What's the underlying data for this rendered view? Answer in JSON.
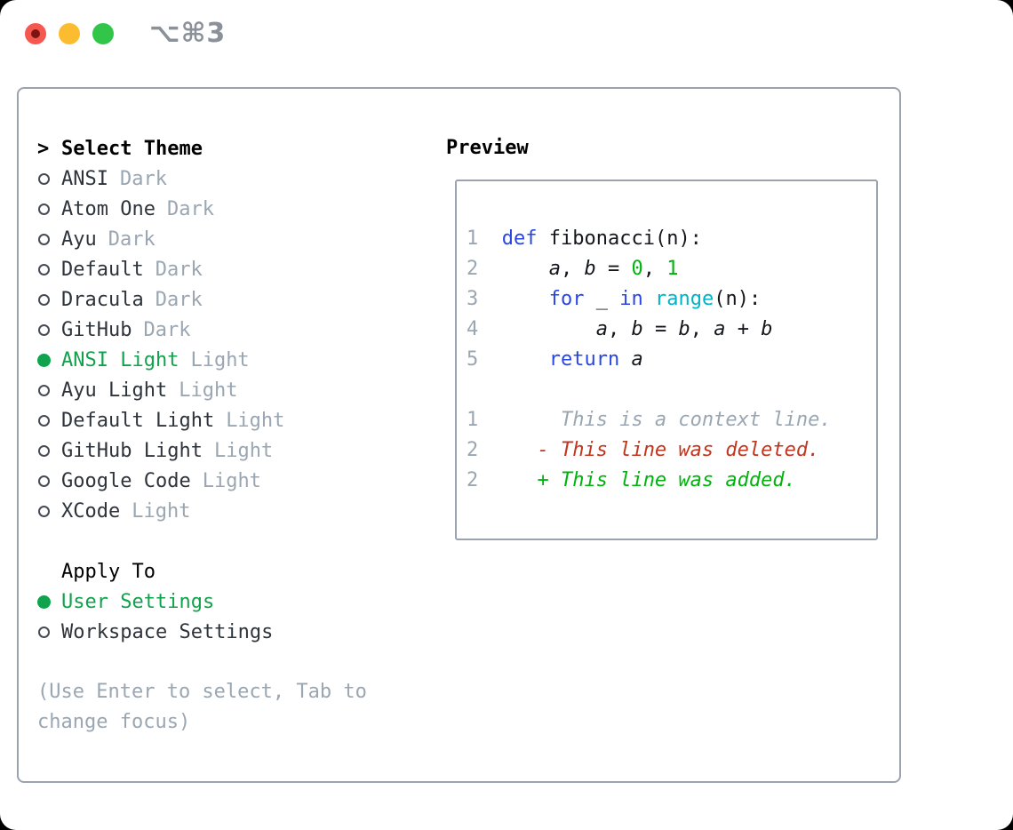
{
  "window": {
    "title": "⌥⌘3",
    "traffic_lights": {
      "close_color": "#f6584f",
      "close_dot_color": "#7a150f",
      "minimize_color": "#fbbd2f",
      "zoom_color": "#31c64a"
    }
  },
  "theme_panel": {
    "header": {
      "prefix": ">",
      "label": "Select Theme"
    },
    "themes": [
      {
        "name": "ANSI",
        "variant": "Dark",
        "selected": false
      },
      {
        "name": "Atom One",
        "variant": "Dark",
        "selected": false
      },
      {
        "name": "Ayu",
        "variant": "Dark",
        "selected": false
      },
      {
        "name": "Default",
        "variant": "Dark",
        "selected": false
      },
      {
        "name": "Dracula",
        "variant": "Dark",
        "selected": false
      },
      {
        "name": "GitHub",
        "variant": "Dark",
        "selected": false
      },
      {
        "name": "ANSI Light",
        "variant": "Light",
        "selected": true
      },
      {
        "name": "Ayu Light",
        "variant": "Light",
        "selected": false
      },
      {
        "name": "Default Light",
        "variant": "Light",
        "selected": false
      },
      {
        "name": "GitHub Light",
        "variant": "Light",
        "selected": false
      },
      {
        "name": "Google Code",
        "variant": "Light",
        "selected": false
      },
      {
        "name": "XCode",
        "variant": "Light",
        "selected": false
      }
    ],
    "apply_to": {
      "label": "Apply To",
      "options": [
        {
          "name": "User Settings",
          "selected": true
        },
        {
          "name": "Workspace Settings",
          "selected": false
        }
      ]
    },
    "help_lines": [
      "(Use Enter to select, Tab to",
      "change focus)"
    ]
  },
  "preview": {
    "label": "Preview",
    "lines": [
      [
        [
          "1",
          "n"
        ],
        [
          "  ",
          "p"
        ],
        [
          "def",
          "k"
        ],
        [
          " fibonacci(n):",
          "p"
        ]
      ],
      [
        [
          "2",
          "n"
        ],
        [
          "      ",
          "p"
        ],
        [
          "a",
          "i"
        ],
        [
          ", ",
          "p"
        ],
        [
          "b",
          "i"
        ],
        [
          " = ",
          "p"
        ],
        [
          "0",
          "g"
        ],
        [
          ", ",
          "p"
        ],
        [
          "1",
          "g"
        ]
      ],
      [
        [
          "3",
          "n"
        ],
        [
          "      ",
          "p"
        ],
        [
          "for",
          "k"
        ],
        [
          " _ ",
          "p"
        ],
        [
          "in",
          "k"
        ],
        [
          " ",
          "p"
        ],
        [
          "range",
          "c"
        ],
        [
          "(n):",
          "p"
        ]
      ],
      [
        [
          "4",
          "n"
        ],
        [
          "          ",
          "p"
        ],
        [
          "a",
          "i"
        ],
        [
          ", ",
          "p"
        ],
        [
          "b",
          "i"
        ],
        [
          " = ",
          "p"
        ],
        [
          "b",
          "i"
        ],
        [
          ", ",
          "p"
        ],
        [
          "a",
          "i"
        ],
        [
          " + ",
          "p"
        ],
        [
          "b",
          "i"
        ]
      ],
      [
        [
          "5",
          "n"
        ],
        [
          "      ",
          "p"
        ],
        [
          "return",
          "k"
        ],
        [
          " ",
          "p"
        ],
        [
          "a",
          "i"
        ]
      ],
      [],
      [
        [
          "1",
          "n"
        ],
        [
          "       ",
          "p"
        ],
        [
          "This is a context line.",
          "x"
        ]
      ],
      [
        [
          "2",
          "n"
        ],
        [
          "     ",
          "p"
        ],
        [
          "- This line was deleted.",
          "d"
        ]
      ],
      [
        [
          "2",
          "n"
        ],
        [
          "     ",
          "p"
        ],
        [
          "+ This line was added.",
          "a"
        ]
      ]
    ]
  },
  "colors": {
    "selected_green": "#11a34c",
    "code_green": "#00b30e",
    "code_blue": "#2946e4",
    "code_cyan": "#00b3c8",
    "diff_red": "#c1361f",
    "muted_gray": "#9aa6b2",
    "border_gray": "#9aa3ae",
    "text_dark": "#14171c"
  }
}
